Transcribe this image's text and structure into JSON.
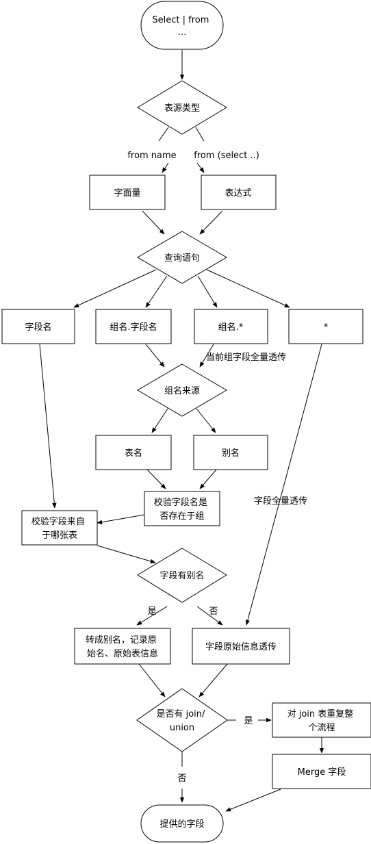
{
  "nodes": {
    "start": [
      "Select | from",
      "…"
    ],
    "source_type": [
      "表源类型"
    ],
    "literal": [
      "字面量"
    ],
    "expression": [
      "表达式"
    ],
    "query": [
      "查询语句"
    ],
    "field_name": [
      "字段名"
    ],
    "group_field": [
      "组名.字段名"
    ],
    "group_star": [
      "组名.*"
    ],
    "star": [
      "*"
    ],
    "group_source": [
      "组名来源"
    ],
    "table_name": [
      "表名"
    ],
    "alias_name": [
      "别名"
    ],
    "check_in_group": [
      "校验字段名是",
      "否存在于组"
    ],
    "check_which_table": [
      "校验字段来自",
      "于哪张表"
    ],
    "has_alias": [
      "字段有别名"
    ],
    "to_alias": [
      "转成别名，记录原",
      "始名、原始表信息"
    ],
    "pass_original": [
      "字段原始信息透传"
    ],
    "has_join": [
      "是否有 join/",
      "union"
    ],
    "repeat_join": [
      "对 join 表重复整",
      "个流程"
    ],
    "merge": [
      "Merge 字段"
    ],
    "provided": [
      "提供的字段"
    ]
  },
  "edge_labels": {
    "from_name": "from name",
    "from_select": "from (select ..)",
    "group_passthrough": "当前组字段全量透传",
    "field_passthrough": "字段全量透传",
    "alias_yes": "是",
    "alias_no": "否",
    "join_yes": "是",
    "join_no": "否"
  }
}
